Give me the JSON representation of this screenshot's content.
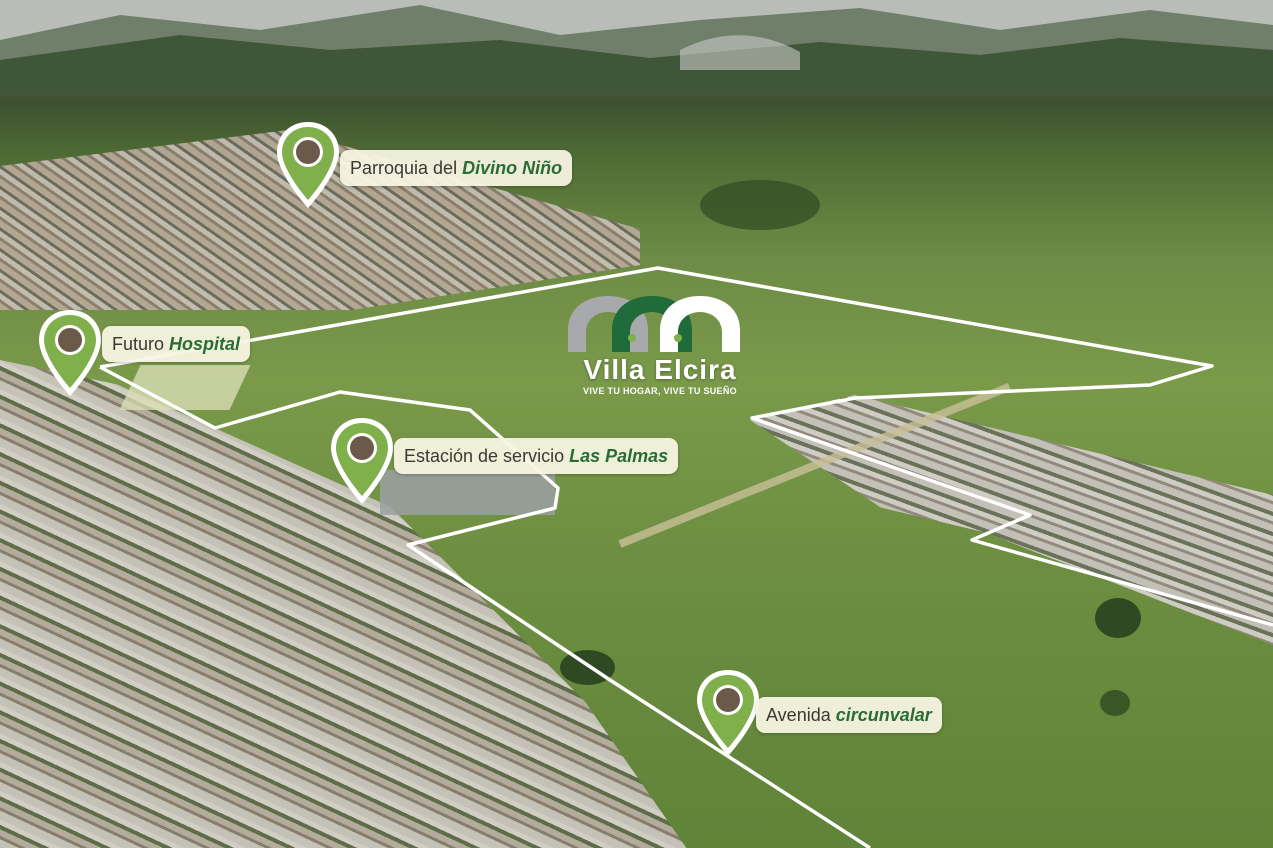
{
  "brand": {
    "name": "Villa Elcira",
    "tagline": "VIVE TU HOGAR, VIVE TU SUEÑO",
    "colors": {
      "gray": "#a7a9ac",
      "dark_green": "#1f6b3a",
      "white": "#ffffff",
      "pin_green": "#7fb04b"
    }
  },
  "markers": [
    {
      "id": "parroquia",
      "prefix": "Parroquia del",
      "emphasis": "Divino Niño",
      "icon": "map-pin-icon"
    },
    {
      "id": "hospital",
      "prefix": "Futuro",
      "emphasis": "Hospital",
      "icon": "map-pin-icon"
    },
    {
      "id": "estacion",
      "prefix": "Estación de servicio",
      "emphasis": "Las Palmas",
      "icon": "map-pin-icon"
    },
    {
      "id": "avenida",
      "prefix": "Avenida",
      "emphasis": "circunvalar",
      "icon": "map-pin-icon"
    }
  ],
  "boundary": {
    "color": "#ffffff",
    "meaning": "project land outline"
  }
}
